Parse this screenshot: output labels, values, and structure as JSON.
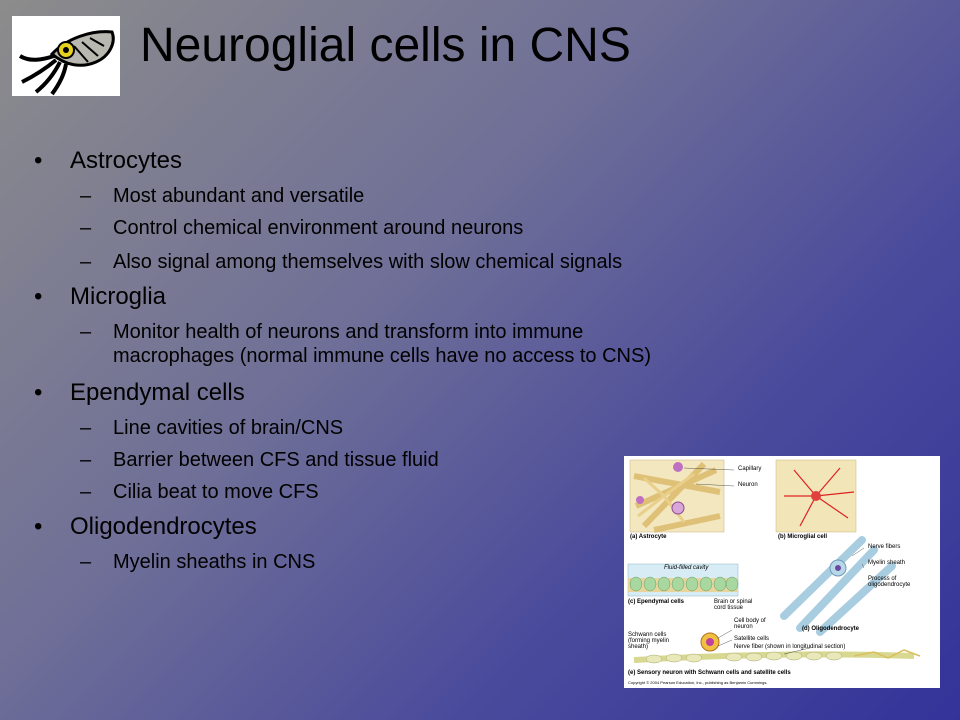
{
  "slide": {
    "title": "Neuroglial cells in CNS",
    "bullets": [
      {
        "text": "Astrocytes",
        "subs": [
          "Most abundant and versatile",
          "Control chemical environment around neurons",
          "Also signal among themselves with slow chemical signals"
        ]
      },
      {
        "text": "Microglia",
        "subs": [
          "Monitor health of neurons and transform into immune",
          "macrophages (normal immune cells have no access to CNS)"
        ]
      },
      {
        "text": "Ependymal  cells",
        "subs": [
          "Line cavities of brain/CNS",
          "Barrier between CFS and tissue fluid",
          "Cilia beat to move CFS"
        ]
      },
      {
        "text": "Oligodendrocytes",
        "subs": [
          "Myelin sheaths in CNS"
        ]
      }
    ],
    "bullet_symbol": "•",
    "dash_symbol": "–"
  },
  "figure": {
    "labels": {
      "capillary": "Capillary",
      "neuron": "Neuron",
      "astrocyte": "(a) Astrocyte",
      "microglial": "(b) Microglial cell",
      "fluid_cavity": "Fluid-filled cavity",
      "ependymal": "(c) Ependymal cells",
      "brain_tissue": "Brain or spinal cord tissue",
      "nerve_fibers": "Nerve fibers",
      "myelin_sheath": "Myelin sheath",
      "process_oligo": "Process of oligodendrocyte",
      "oligodendrocyte": "(d) Oligodendrocyte",
      "cell_body": "Cell body of neuron",
      "schwann": "Schwann cells (forming myelin sheath)",
      "satellite": "Satellite cells",
      "nerve_fiber_long": "Nerve fiber (shown in longitudinal section)",
      "sensory": "(e) Sensory neuron with Schwann cells and satellite cells",
      "copyright": "Copyright © 2004 Pearson Education, Inc., publishing as Benjamin Cummings."
    }
  },
  "colors": {
    "background_start": "#8c8c8c",
    "background_end": "#33339a",
    "text": "#000000"
  },
  "icons": {
    "logo": "squid-icon"
  }
}
